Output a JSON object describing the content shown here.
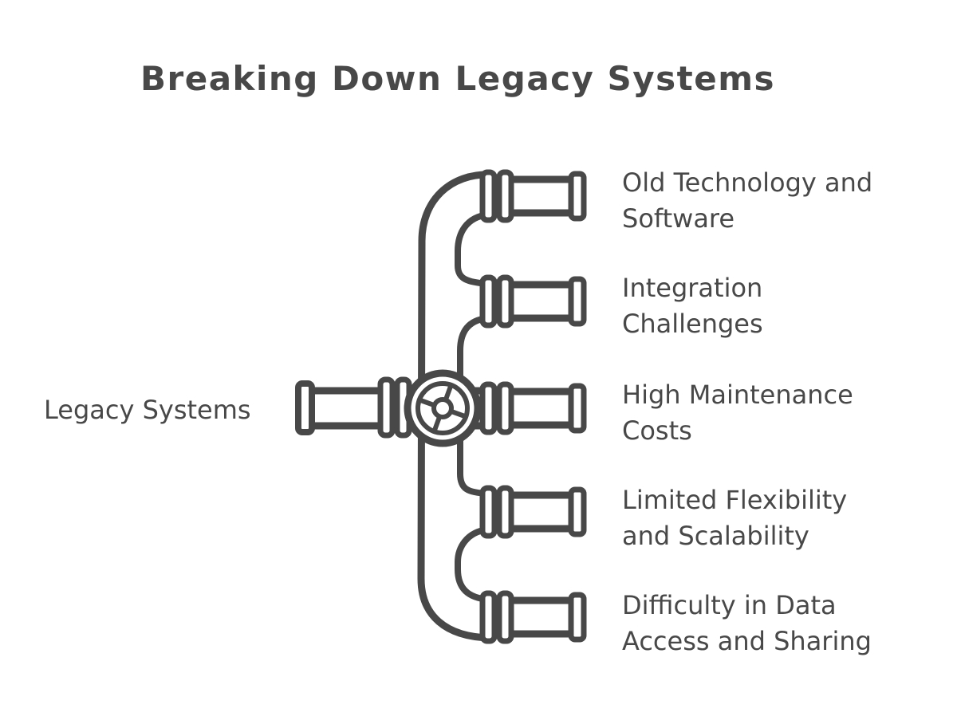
{
  "title": "Breaking Down Legacy Systems",
  "colors": {
    "ink": "#484848",
    "background": "#ffffff"
  },
  "diagram": {
    "type": "mindmap-pipe-manifold",
    "root_label": "Legacy Systems",
    "center_icon": "pipe-valve-wheel",
    "branches": [
      {
        "label": "Old Technology and Software",
        "line1": "Old Technology and",
        "line2": "Software"
      },
      {
        "label": "Integration Challenges",
        "line1": "Integration",
        "line2": "Challenges"
      },
      {
        "label": "High Maintenance Costs",
        "line1": "High Maintenance",
        "line2": "Costs"
      },
      {
        "label": "Limited Flexibility and Scalability",
        "line1": "Limited Flexibility",
        "line2": "and Scalability"
      },
      {
        "label": "Difficulty in Data Access and Sharing",
        "line1": "Difficulty in Data",
        "line2": "Access and Sharing"
      }
    ]
  }
}
